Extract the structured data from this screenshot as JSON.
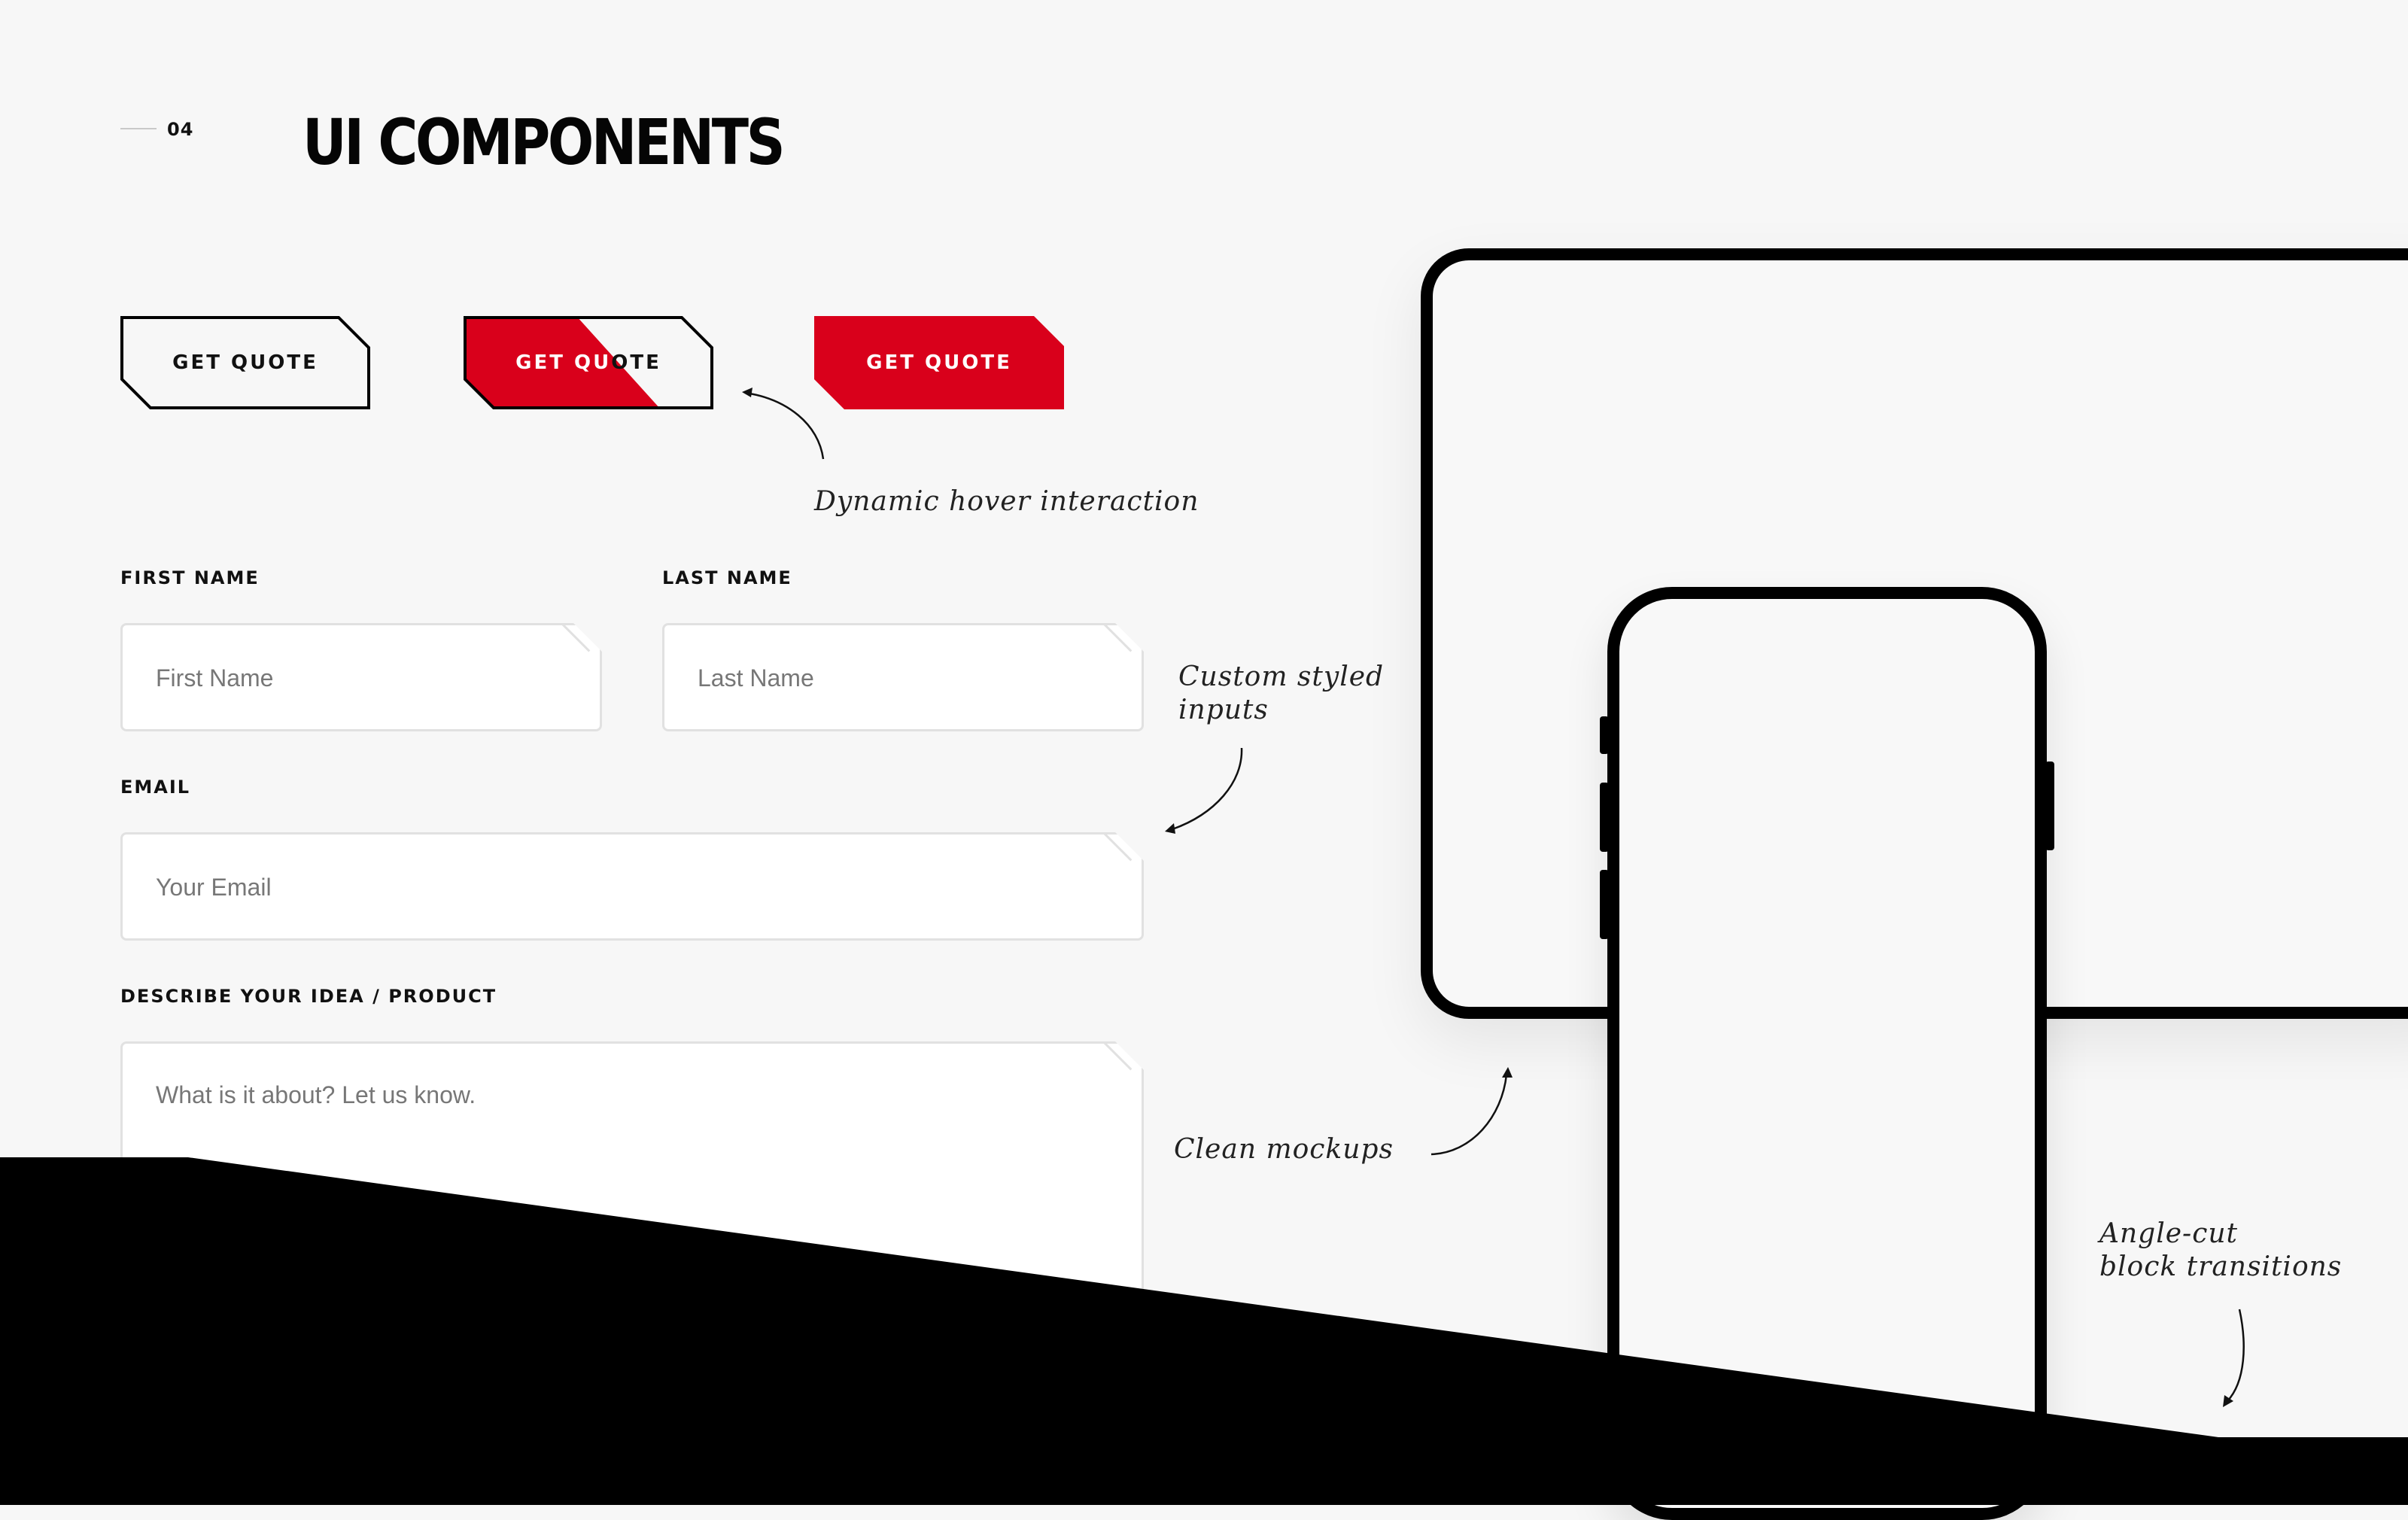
{
  "section": {
    "number": "04",
    "title": "UI COMPONENTS"
  },
  "buttons": [
    {
      "label": "GET QUOTE",
      "state": "default"
    },
    {
      "label": "GET QUOTE",
      "state": "hover"
    },
    {
      "label": "GET QUOTE",
      "state": "active"
    }
  ],
  "form": {
    "first_name": {
      "label": "FIRST NAME",
      "placeholder": "First Name"
    },
    "last_name": {
      "label": "LAST NAME",
      "placeholder": "Last Name"
    },
    "email": {
      "label": "EMAIL",
      "placeholder": "Your Email"
    },
    "description": {
      "label": "DESCRIBE YOUR IDEA / PRODUCT",
      "placeholder": "What is it about? Let us know."
    }
  },
  "annotations": {
    "hover": "Dynamic hover interaction",
    "inputs_line1": "Custom styled",
    "inputs_line2": "inputs",
    "mockups": "Clean mockups",
    "angle_line1": "Angle-cut",
    "angle_line2": "block transitions"
  },
  "colors": {
    "accent": "#d9001b",
    "background": "#f7f7f7",
    "ink": "#000000",
    "input_border": "#e1e1e1"
  }
}
